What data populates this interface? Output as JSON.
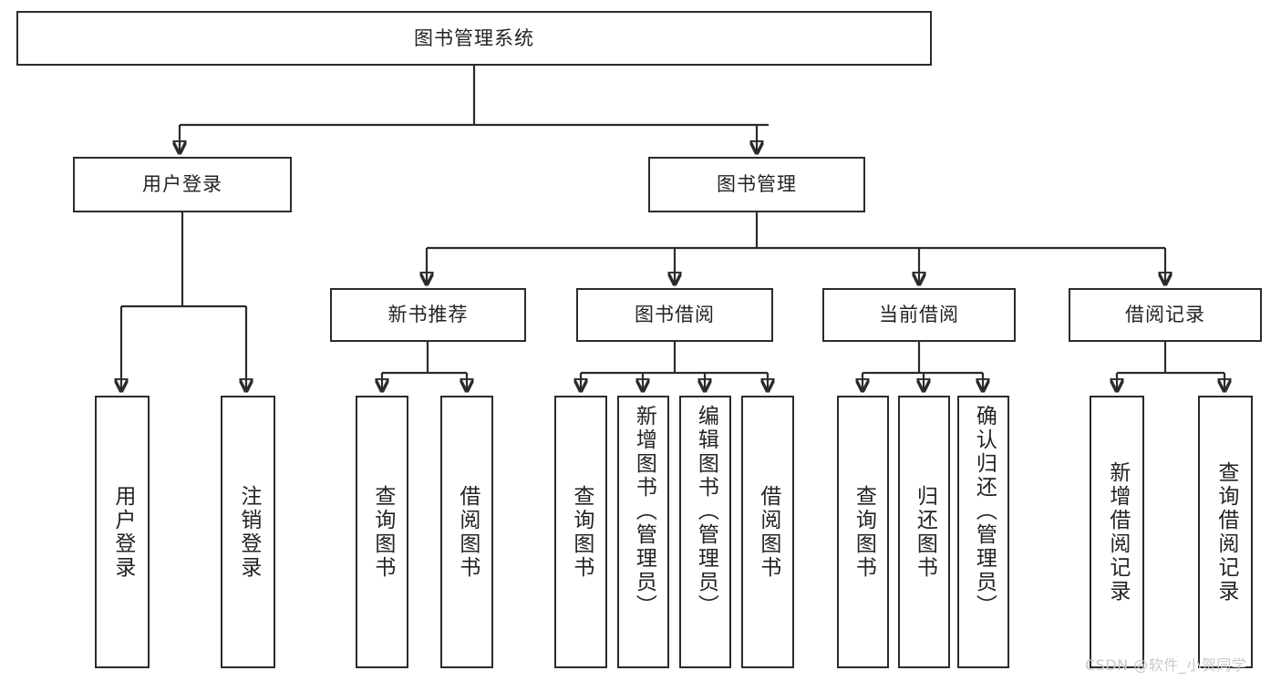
{
  "diagram": {
    "title": "图书管理系统",
    "type": "tree",
    "orientation": "top-down",
    "colors": {
      "box_border": "#2b2b2b",
      "box_fill": "#ffffff",
      "text": "#232323",
      "connector": "#2b2b2b",
      "watermark": "#c9c9c9",
      "background": "#ffffff"
    },
    "nodes": {
      "root": {
        "label": "图书管理系统",
        "level": 0
      },
      "level1": [
        {
          "label": "用户登录",
          "level": 1
        },
        {
          "label": "图书管理",
          "level": 1
        }
      ],
      "level2": [
        {
          "label": "新书推荐",
          "level": 2
        },
        {
          "label": "图书借阅",
          "level": 2
        },
        {
          "label": "当前借阅",
          "level": 2
        },
        {
          "label": "借阅记录",
          "level": 2
        }
      ],
      "leaves": {
        "user_login": [
          {
            "label": "用户登录"
          },
          {
            "label": "注销登录"
          }
        ],
        "new_book_recommend": [
          {
            "label": "查询图书"
          },
          {
            "label": "借阅图书"
          }
        ],
        "book_borrow": [
          {
            "label": "查询图书"
          },
          {
            "label": "新增图书（管理员）"
          },
          {
            "label": "编辑图书（管理员）"
          },
          {
            "label": "借阅图书"
          }
        ],
        "current_borrow": [
          {
            "label": "查询图书"
          },
          {
            "label": "归还图书"
          },
          {
            "label": "确认归还（管理员）"
          }
        ],
        "borrow_record": [
          {
            "label": "新增借阅记录"
          },
          {
            "label": "查询借阅记录"
          }
        ]
      }
    }
  },
  "watermark": {
    "text": "CSDN @软件_小贺同学"
  }
}
